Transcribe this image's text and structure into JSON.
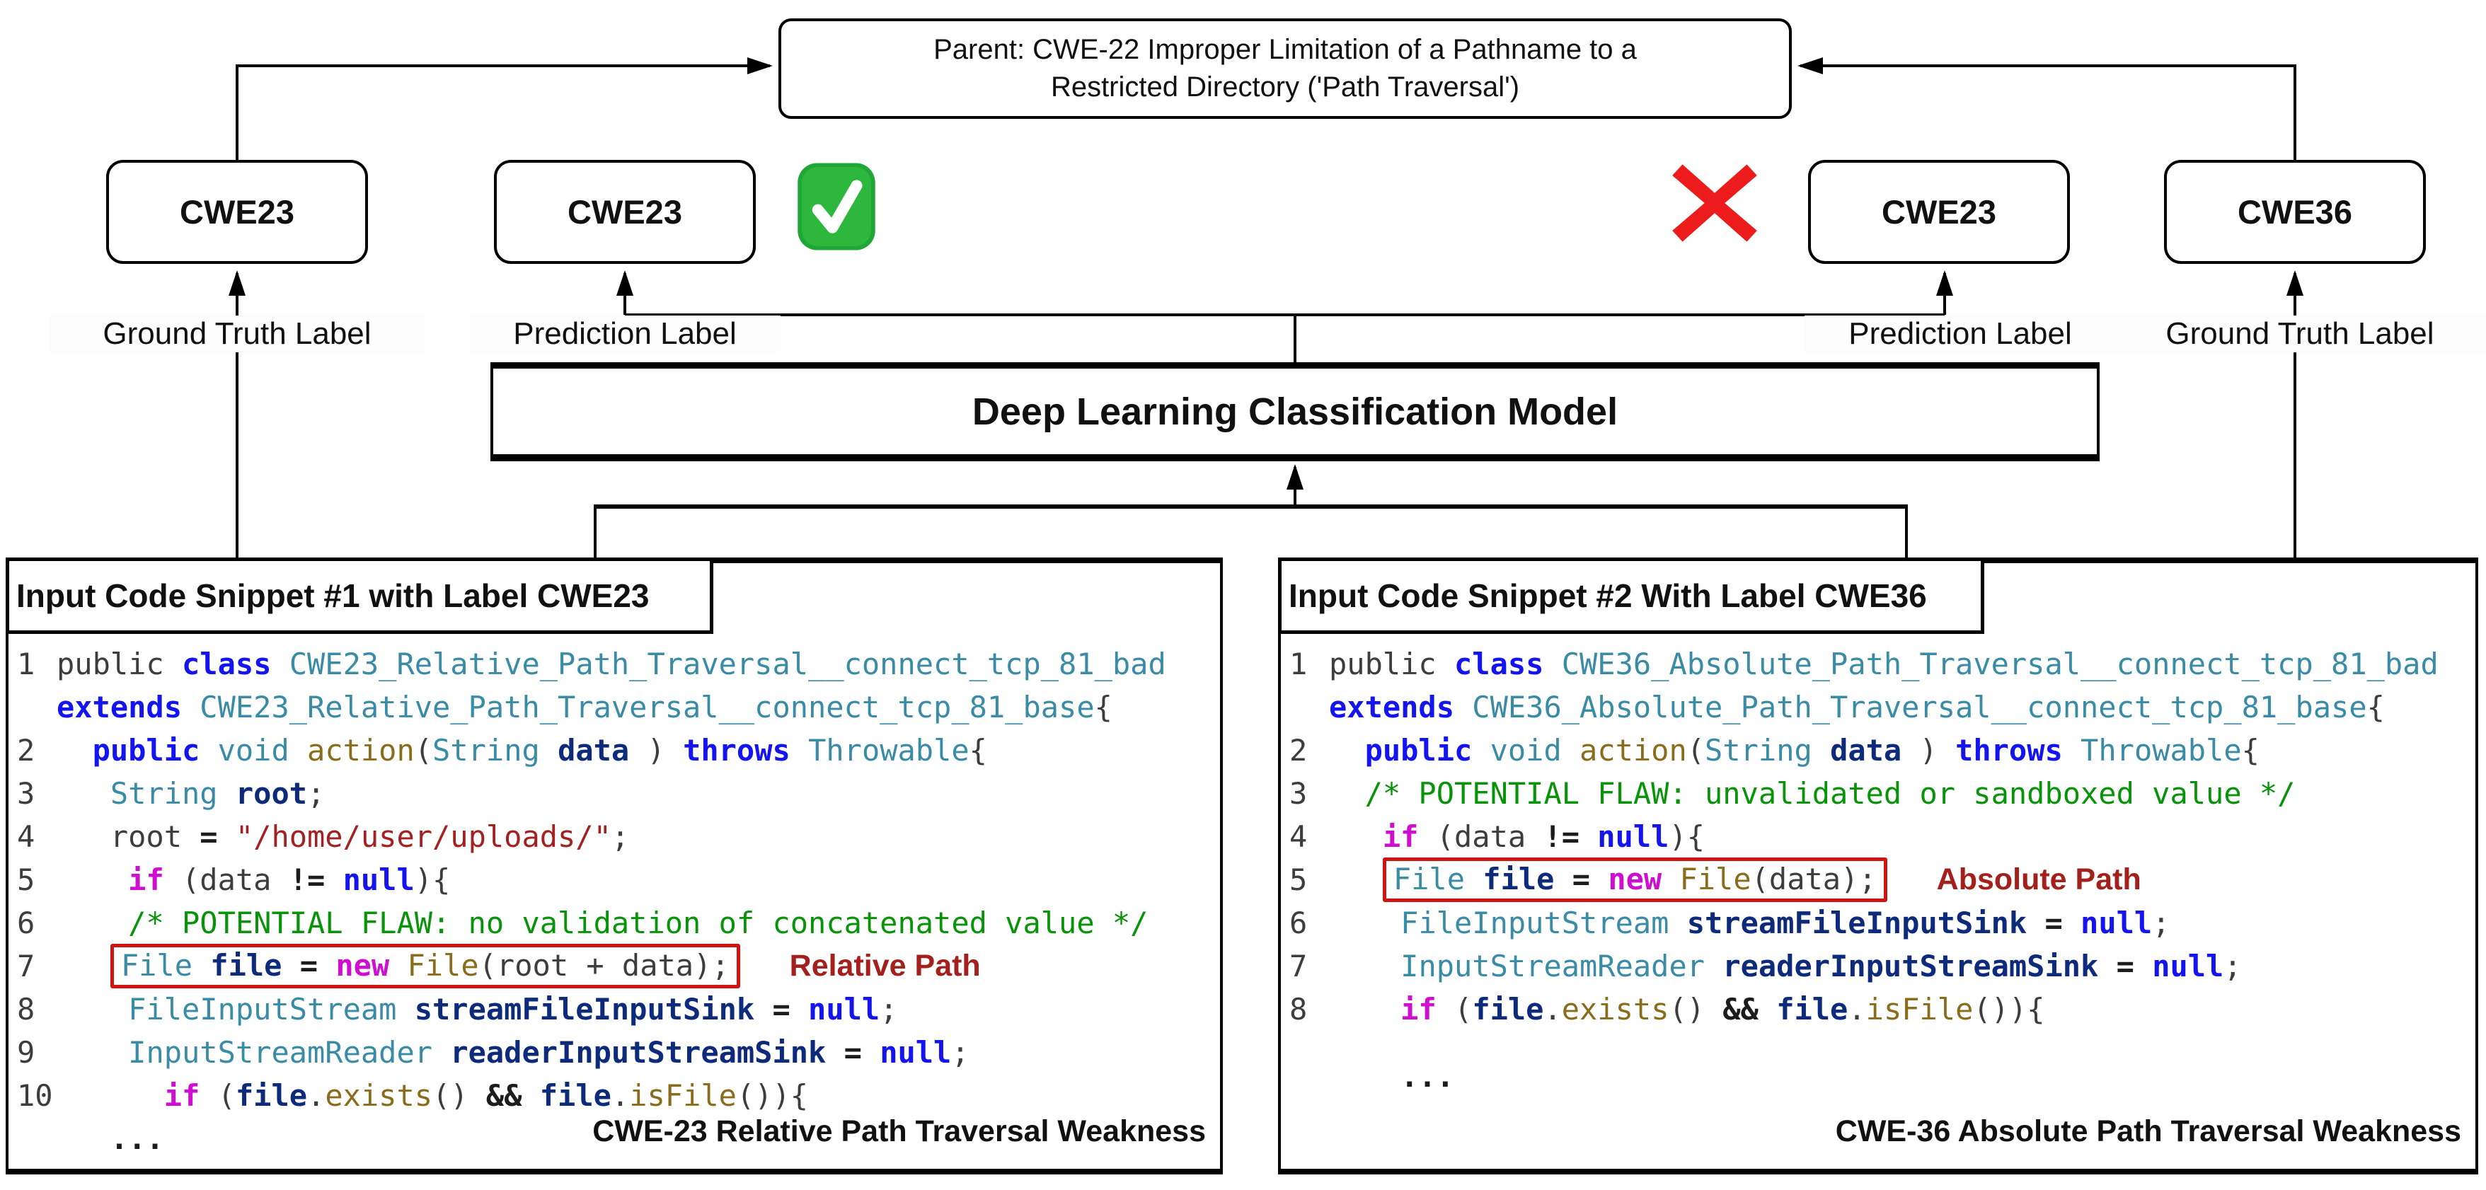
{
  "parent": {
    "line1": "Parent: CWE-22 Improper Limitation of a Pathname to a",
    "line2": "Restricted Directory ('Path Traversal')"
  },
  "labels": {
    "gt_left": "CWE23",
    "pred_left": "CWE23",
    "pred_right": "CWE23",
    "gt_right": "CWE36",
    "gt_left_caption": "Ground Truth Label",
    "pred_left_caption": "Prediction Label",
    "pred_right_caption": "Prediction Label",
    "gt_right_caption": "Ground Truth Label"
  },
  "model": {
    "title": "Deep Learning Classification Model"
  },
  "icons": {
    "check": "green-check-mark",
    "cross": "red-cross-mark"
  },
  "colors": {
    "check_green": "#21a737",
    "cross_red": "#ed1c1c",
    "flaw_box_red": "#cf1512",
    "annotation_red": "#a3201d",
    "keyword_blue": "#1414ee",
    "type_teal": "#3a8ba6",
    "function_olive": "#8a6d1c",
    "variable_navy": "#0d2b7a",
    "string_red": "#a32121",
    "comment_green": "#089408",
    "magenta_keyword": "#cf0fcf"
  },
  "snippet1": {
    "header": "Input Code Snippet #1 with Label CWE23",
    "caption": "CWE-23 Relative Path Traversal Weakness",
    "annotation": "Relative Path",
    "lines": [
      {
        "num": "1",
        "tokens": [
          [
            "pln",
            "public "
          ],
          [
            "kw",
            "class "
          ],
          [
            "ty",
            "CWE23_Relative_Path_Traversal__connect_tcp_81_bad"
          ]
        ]
      },
      {
        "num": "",
        "tokens": [
          [
            "kw",
            "extends "
          ],
          [
            "ty",
            "CWE23_Relative_Path_Traversal__connect_tcp_81_base"
          ],
          [
            "pln",
            "{"
          ]
        ]
      },
      {
        "num": "2",
        "tokens": [
          [
            "pln",
            "  "
          ],
          [
            "kw",
            "public "
          ],
          [
            "ty",
            "void "
          ],
          [
            "fn",
            "action"
          ],
          [
            "pln",
            "("
          ],
          [
            "ty",
            "String "
          ],
          [
            "var",
            "data "
          ],
          [
            "pln",
            ") "
          ],
          [
            "kw",
            "throws "
          ],
          [
            "ty",
            "Throwable"
          ],
          [
            "pln",
            "{"
          ]
        ]
      },
      {
        "num": "3",
        "tokens": [
          [
            "pln",
            "   "
          ],
          [
            "ty",
            "String "
          ],
          [
            "var",
            "root"
          ],
          [
            "pln",
            ";"
          ]
        ]
      },
      {
        "num": "4",
        "tokens": [
          [
            "pln",
            "   root "
          ],
          [
            "op",
            "= "
          ],
          [
            "str",
            "\"/home/user/uploads/\""
          ],
          [
            "pln",
            ";"
          ]
        ]
      },
      {
        "num": "5",
        "tokens": [
          [
            "pln",
            "    "
          ],
          [
            "mag",
            "if "
          ],
          [
            "pln",
            "(data "
          ],
          [
            "op",
            "!= "
          ],
          [
            "kw",
            "null"
          ],
          [
            "pln",
            "){"
          ]
        ]
      },
      {
        "num": "6",
        "tokens": [
          [
            "pln",
            "    "
          ],
          [
            "com",
            "/* POTENTIAL FLAW: no validation of concatenated value */"
          ]
        ]
      },
      {
        "num": "7",
        "tokens": [
          [
            "pln",
            "   "
          ]
        ],
        "boxed": [
          [
            "ty",
            "File "
          ],
          [
            "var",
            "file "
          ],
          [
            "op",
            "= "
          ],
          [
            "mag",
            "new "
          ],
          [
            "fn",
            "File"
          ],
          [
            "pln",
            "(root + data);"
          ]
        ]
      },
      {
        "num": "8",
        "tokens": [
          [
            "pln",
            "    "
          ],
          [
            "ty",
            "FileInputStream "
          ],
          [
            "var",
            "streamFileInputSink "
          ],
          [
            "op",
            "= "
          ],
          [
            "kw",
            "null"
          ],
          [
            "pln",
            ";"
          ]
        ]
      },
      {
        "num": "9",
        "tokens": [
          [
            "pln",
            "    "
          ],
          [
            "ty",
            "InputStreamReader "
          ],
          [
            "var",
            "readerInputStreamSink "
          ],
          [
            "op",
            "= "
          ],
          [
            "kw",
            "null"
          ],
          [
            "pln",
            ";"
          ]
        ]
      },
      {
        "num": "10",
        "tokens": [
          [
            "pln",
            "      "
          ],
          [
            "mag",
            "if "
          ],
          [
            "pln",
            "("
          ],
          [
            "var",
            "file"
          ],
          [
            "pln",
            "."
          ],
          [
            "fn",
            "exists"
          ],
          [
            "pln",
            "() "
          ],
          [
            "op",
            "&& "
          ],
          [
            "var",
            "file"
          ],
          [
            "pln",
            "."
          ],
          [
            "fn",
            "isFile"
          ],
          [
            "pln",
            "()){"
          ]
        ]
      },
      {
        "num": "",
        "tokens": [
          [
            "op",
            "   ..."
          ]
        ]
      }
    ]
  },
  "snippet2": {
    "header": "Input Code Snippet #2 With Label CWE36",
    "caption": "CWE-36 Absolute Path Traversal Weakness",
    "annotation": "Absolute Path",
    "lines": [
      {
        "num": "1",
        "tokens": [
          [
            "pln",
            "public "
          ],
          [
            "kw",
            "class "
          ],
          [
            "ty",
            "CWE36_Absolute_Path_Traversal__connect_tcp_81_bad"
          ]
        ]
      },
      {
        "num": "",
        "tokens": [
          [
            "kw",
            "extends "
          ],
          [
            "ty",
            "CWE36_Absolute_Path_Traversal__connect_tcp_81_base"
          ],
          [
            "pln",
            "{"
          ]
        ]
      },
      {
        "num": "2",
        "tokens": [
          [
            "pln",
            "  "
          ],
          [
            "kw",
            "public "
          ],
          [
            "ty",
            "void "
          ],
          [
            "fn",
            "action"
          ],
          [
            "pln",
            "("
          ],
          [
            "ty",
            "String "
          ],
          [
            "var",
            "data "
          ],
          [
            "pln",
            ") "
          ],
          [
            "kw",
            "throws "
          ],
          [
            "ty",
            "Throwable"
          ],
          [
            "pln",
            "{"
          ]
        ]
      },
      {
        "num": "3",
        "tokens": [
          [
            "pln",
            "  "
          ],
          [
            "com",
            "/* POTENTIAL FLAW: unvalidated or sandboxed value */"
          ]
        ]
      },
      {
        "num": "4",
        "tokens": [
          [
            "pln",
            "   "
          ],
          [
            "mag",
            "if "
          ],
          [
            "pln",
            "(data "
          ],
          [
            "op",
            "!= "
          ],
          [
            "kw",
            "null"
          ],
          [
            "pln",
            "){"
          ]
        ]
      },
      {
        "num": "5",
        "tokens": [
          [
            "pln",
            "   "
          ]
        ],
        "boxed": [
          [
            "ty",
            "File "
          ],
          [
            "var",
            "file "
          ],
          [
            "op",
            "= "
          ],
          [
            "mag",
            "new "
          ],
          [
            "fn",
            "File"
          ],
          [
            "pln",
            "(data);"
          ]
        ]
      },
      {
        "num": "6",
        "tokens": [
          [
            "pln",
            "    "
          ],
          [
            "ty",
            "FileInputStream "
          ],
          [
            "var",
            "streamFileInputSink "
          ],
          [
            "op",
            "= "
          ],
          [
            "kw",
            "null"
          ],
          [
            "pln",
            ";"
          ]
        ]
      },
      {
        "num": "7",
        "tokens": [
          [
            "pln",
            "    "
          ],
          [
            "ty",
            "InputStreamReader "
          ],
          [
            "var",
            "readerInputStreamSink "
          ],
          [
            "op",
            "= "
          ],
          [
            "kw",
            "null"
          ],
          [
            "pln",
            ";"
          ]
        ]
      },
      {
        "num": "8",
        "tokens": [
          [
            "pln",
            "    "
          ],
          [
            "mag",
            "if "
          ],
          [
            "pln",
            "("
          ],
          [
            "var",
            "file"
          ],
          [
            "pln",
            "."
          ],
          [
            "fn",
            "exists"
          ],
          [
            "pln",
            "() "
          ],
          [
            "op",
            "&& "
          ],
          [
            "var",
            "file"
          ],
          [
            "pln",
            "."
          ],
          [
            "fn",
            "isFile"
          ],
          [
            "pln",
            "()){"
          ]
        ]
      },
      {
        "num": "",
        "tokens": [
          [
            "op",
            "    ..."
          ]
        ]
      }
    ]
  }
}
